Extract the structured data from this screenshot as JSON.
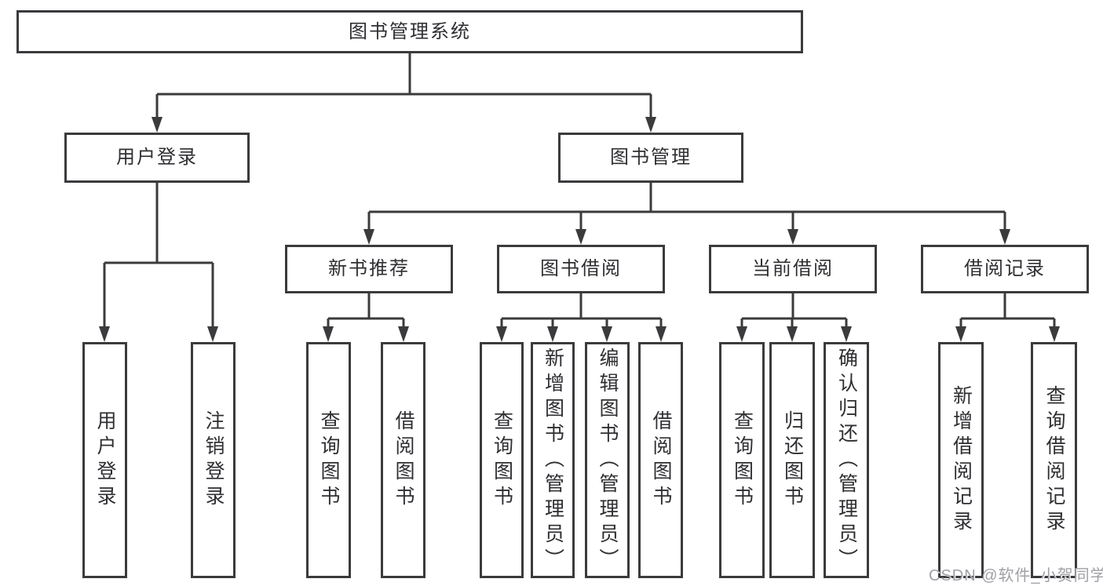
{
  "tree": {
    "label": "图书管理系统",
    "children": [
      {
        "label": "用户登录",
        "children": [
          {
            "label": "用户登录"
          },
          {
            "label": "注销登录"
          }
        ]
      },
      {
        "label": "图书管理",
        "children": [
          {
            "label": "新书推荐",
            "children": [
              {
                "label": "查询图书"
              },
              {
                "label": "借阅图书"
              }
            ]
          },
          {
            "label": "图书借阅",
            "children": [
              {
                "label": "查询图书"
              },
              {
                "label": "新增图书（管理员）"
              },
              {
                "label": "编辑图书（管理员）"
              },
              {
                "label": "借阅图书"
              }
            ]
          },
          {
            "label": "当前借阅",
            "children": [
              {
                "label": "查询图书"
              },
              {
                "label": "归还图书"
              },
              {
                "label": "确认归还（管理员）"
              }
            ]
          },
          {
            "label": "借阅记录",
            "children": [
              {
                "label": "新增借阅记录"
              },
              {
                "label": "查询借阅记录"
              }
            ]
          }
        ]
      }
    ]
  },
  "watermark": "CSDN @软件_小贺同学",
  "colors": {
    "line": "#3b3b3e",
    "text": "#2f2f33",
    "watermark": "#a0a0a6",
    "background": "#ffffff"
  }
}
